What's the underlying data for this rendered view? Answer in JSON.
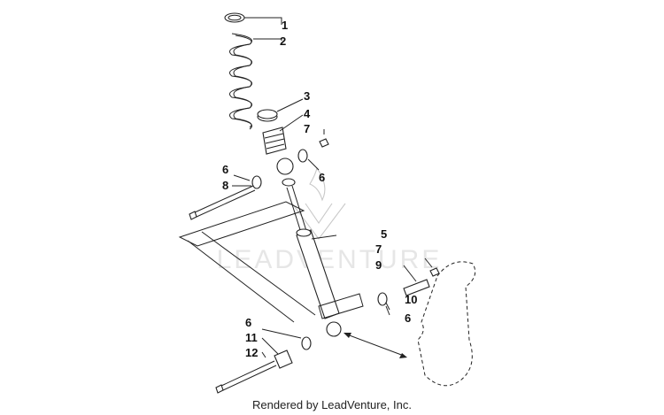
{
  "callouts": [
    {
      "id": "c1",
      "text": "1"
    },
    {
      "id": "c2",
      "text": "2"
    },
    {
      "id": "c3",
      "text": "3"
    },
    {
      "id": "c4",
      "text": "4"
    },
    {
      "id": "c7a",
      "text": "7"
    },
    {
      "id": "c6a",
      "text": "6"
    },
    {
      "id": "c6b",
      "text": "6"
    },
    {
      "id": "c8",
      "text": "8"
    },
    {
      "id": "c5",
      "text": "5"
    },
    {
      "id": "c7b",
      "text": "7"
    },
    {
      "id": "c9",
      "text": "9"
    },
    {
      "id": "c10",
      "text": "10"
    },
    {
      "id": "c6c",
      "text": "6"
    },
    {
      "id": "c6d",
      "text": "6"
    },
    {
      "id": "c11",
      "text": "11"
    },
    {
      "id": "c12",
      "text": "12"
    }
  ],
  "watermark": {
    "text": "LEADVENTURE"
  },
  "credit": "Rendered by LeadVenture, Inc."
}
